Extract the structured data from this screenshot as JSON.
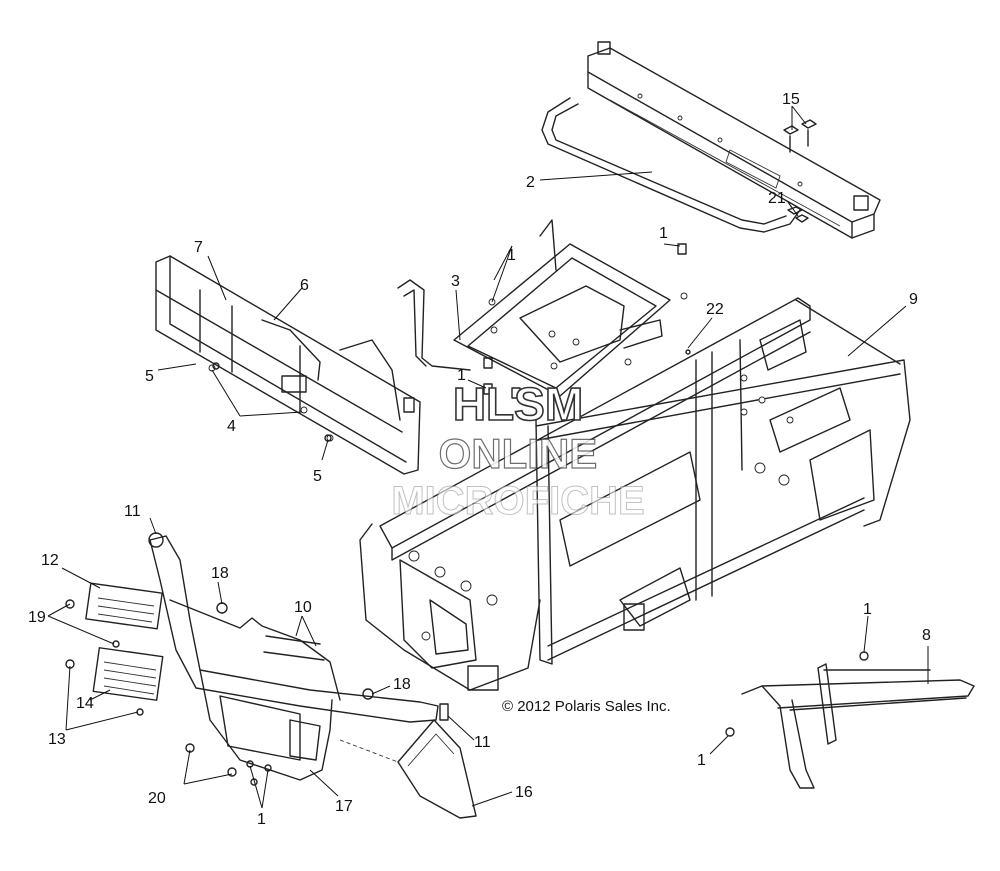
{
  "watermark": {
    "line1": "HLSM",
    "line2": "ONLINE",
    "line3": "MICROFICHE"
  },
  "copyright": "© 2012 Polaris Sales Inc.",
  "callouts": {
    "c15": "15",
    "c2": "2",
    "c21": "21",
    "c1_a": "1",
    "c3": "3",
    "c1_b": "1",
    "c22": "22",
    "c9": "9",
    "c7": "7",
    "c6": "6",
    "c5_a": "5",
    "c1_c": "1",
    "c4": "4",
    "c5_b": "5",
    "c11_a": "11",
    "c12": "12",
    "c18_a": "18",
    "c10": "10",
    "c19": "19",
    "c14": "14",
    "c13": "13",
    "c18_b": "18",
    "c11_b": "11",
    "c20": "20",
    "c1_d": "1",
    "c17": "17",
    "c16": "16",
    "c1_e": "1",
    "c8": "8",
    "c1_f": "1"
  }
}
